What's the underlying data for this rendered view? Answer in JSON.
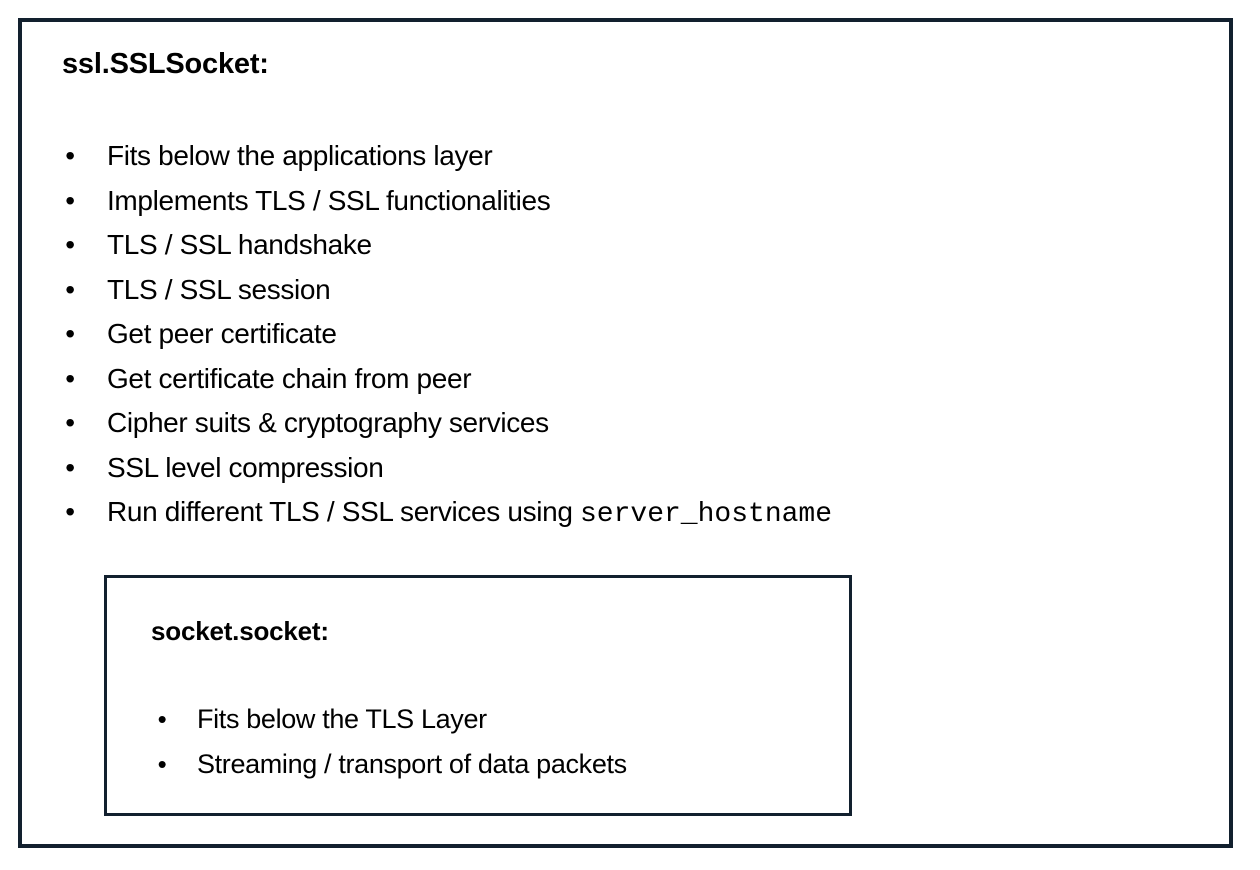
{
  "slide": {
    "background_color": "#ffffff",
    "border_color": "#12202e",
    "text_color": "#000000"
  },
  "outer_block": {
    "heading": "ssl.SSLSocket:",
    "bullet_glyph": "•",
    "items": [
      {
        "text": "Fits below the applications layer",
        "code": ""
      },
      {
        "text": "Implements TLS / SSL functionalities",
        "code": ""
      },
      {
        "text": "TLS / SSL handshake",
        "code": ""
      },
      {
        "text": "TLS / SSL session",
        "code": ""
      },
      {
        "text": "Get peer certificate",
        "code": ""
      },
      {
        "text": "Get certificate chain from peer",
        "code": ""
      },
      {
        "text": "Cipher suits & cryptography services",
        "code": ""
      },
      {
        "text": "SSL level compression",
        "code": ""
      },
      {
        "text": "Run different TLS / SSL services using ",
        "code": "server_hostname"
      }
    ]
  },
  "inner_block": {
    "heading": "socket.socket:",
    "bullet_glyph": "•",
    "border_color": "#12202e",
    "items": [
      {
        "text": "Fits below the TLS Layer"
      },
      {
        "text": "Streaming / transport of data packets"
      }
    ]
  }
}
